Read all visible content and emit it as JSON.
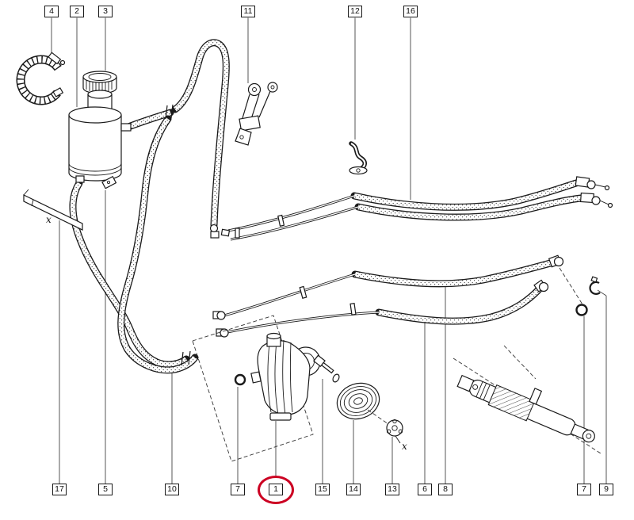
{
  "diagram": {
    "background_color": "#ffffff",
    "line_color": "#1a1a1a",
    "highlight": {
      "part": "1",
      "color": "#cc0022"
    },
    "top_callouts": [
      {
        "label": "4"
      },
      {
        "label": "2"
      },
      {
        "label": "3"
      },
      {
        "label": "11"
      },
      {
        "label": "12"
      },
      {
        "label": "16"
      }
    ],
    "bottom_callouts": [
      {
        "label": "17"
      },
      {
        "label": "5"
      },
      {
        "label": "10"
      },
      {
        "label": "7"
      },
      {
        "label": "1",
        "highlighted": true
      },
      {
        "label": "15"
      },
      {
        "label": "14"
      },
      {
        "label": "13"
      },
      {
        "label": "6"
      },
      {
        "label": "8"
      },
      {
        "label": "7"
      },
      {
        "label": "9"
      }
    ],
    "annotations": [
      {
        "text": "x"
      },
      {
        "text": "x"
      }
    ]
  }
}
